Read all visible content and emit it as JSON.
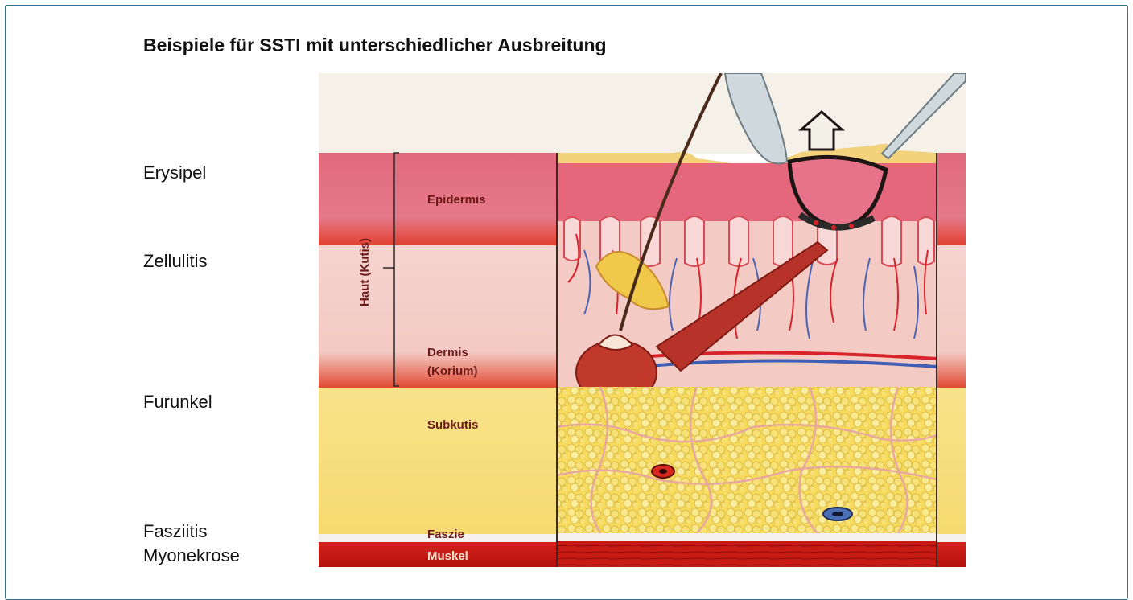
{
  "title": "Beispiele für SSTI mit unterschiedlicher Ausbreitung",
  "side_labels": {
    "erysipel": "Erysipel",
    "zellulitis": "Zellulitis",
    "furunkel": "Furunkel",
    "fasziitis": "Fasziitis",
    "myonekrose": "Myonekrose"
  },
  "figure": {
    "haut_label": "Haut (Kutis)",
    "layers": {
      "epidermis": "Epidermis",
      "dermis": "Dermis",
      "korium": "(Korium)",
      "subkutis": "Subkutis",
      "faszie": "Faszie",
      "muskel": "Muskel"
    }
  }
}
